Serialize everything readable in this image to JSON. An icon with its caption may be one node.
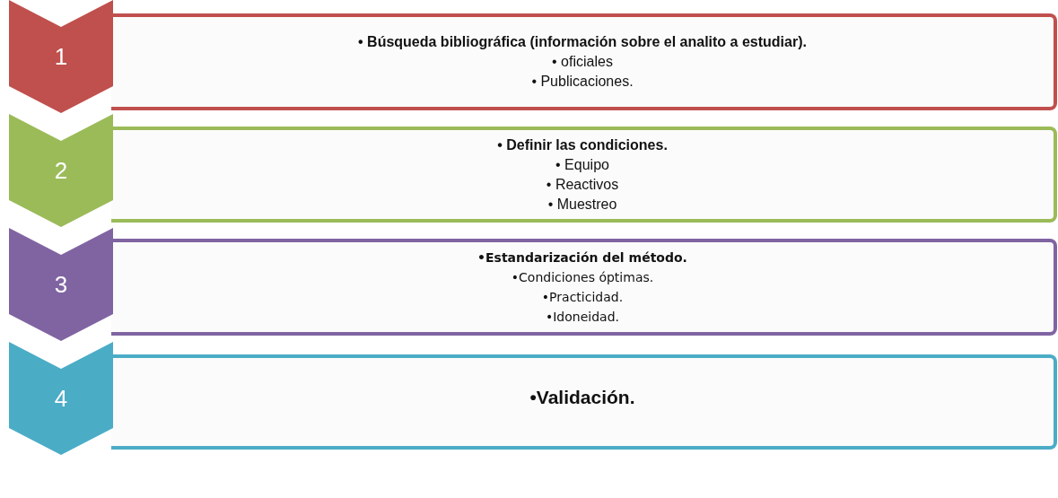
{
  "diagram": {
    "nodes": [
      {
        "text": [
          "1"
        ]
      },
      {
        "text": [
          "• Búsqueda bibliográfica  (información sobre el analito a estudiar).",
          "• oficiales",
          "• Publicaciones."
        ]
      },
      {
        "text": [
          "2"
        ]
      },
      {
        "text": [
          "• Definir las condiciones.",
          "• Equipo",
          "• Reactivos",
          "• Muestreo"
        ]
      },
      {
        "text": [
          "3"
        ]
      },
      {
        "text": [
          "•Estandarización del método.",
          "•Condiciones óptimas.",
          "•Practicidad.",
          "•Idoneidad."
        ]
      },
      {
        "text": [
          "4"
        ]
      },
      {
        "text": [
          "•Validación."
        ]
      }
    ]
  }
}
